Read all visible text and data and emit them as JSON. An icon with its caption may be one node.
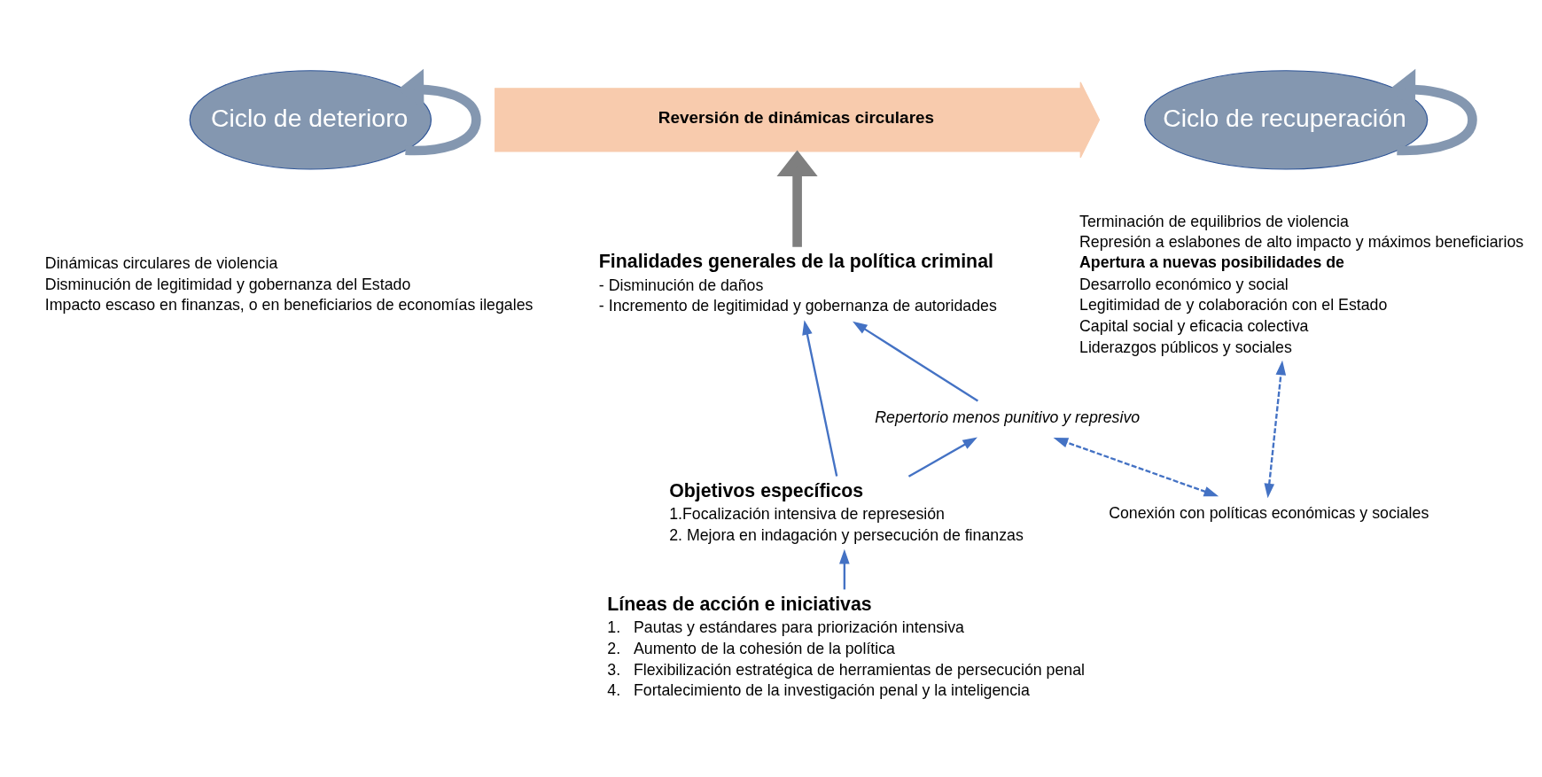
{
  "diagram": {
    "nodes": [
      {
        "text": [
          "Ciclo de deterioro"
        ]
      },
      {
        "text": [
          "Reversión de dinámicas circulares"
        ]
      },
      {
        "text": [
          "Ciclo de recuperación"
        ]
      },
      {
        "text": [
          "Finalidades generales de la política criminal",
          "- Disminución de daños",
          "- Incremento de legitimidad y gobernanza de autoridades"
        ]
      },
      {
        "text": [
          "Repertorio menos punitivo y represivo"
        ]
      },
      {
        "text": [
          "Objetivos específicos",
          "1.Focalización intensiva de represesión",
          "2. Mejora en indagación y persecución de finanzas"
        ]
      },
      {
        "text": [
          "Líneas de acción e iniciativas",
          "1.   Pautas y estándares para priorización intensiva",
          "2.   Aumento de la cohesión de la política",
          "3.   Flexibilización estratégica de herramientas de persecución penal",
          "4.   Fortalecimiento de la investigación penal y la inteligencia"
        ]
      },
      {
        "text": [
          "Conexión con políticas económicas y sociales"
        ]
      },
      {
        "text": [
          "Terminación de equilibrios de violencia",
          "Represión a eslabones de alto impacto y máximos beneficiarios",
          "Apertura a nuevas posibilidades de",
          "Desarrollo económico y social",
          "Legitimidad de y colaboración con el Estado",
          "Capital social y eficacia colectiva",
          "Liderazgos públicos y sociales"
        ]
      }
    ],
    "edges": [
      {
        "from": 0,
        "to": 0,
        "arrow": "to",
        "style": "thick",
        "color": "#8497b0"
      },
      {
        "from": 2,
        "to": 2,
        "arrow": "to",
        "style": "thick",
        "color": "#8497b0"
      },
      {
        "from": 3,
        "to": 1,
        "arrow": "to",
        "style": "thick",
        "color": "#7f7f7f"
      },
      {
        "from": 5,
        "to": 3,
        "arrow": "to"
      },
      {
        "from": 4,
        "to": 3,
        "arrow": "to"
      },
      {
        "from": 5,
        "to": 4,
        "arrow": "to"
      },
      {
        "from": 6,
        "to": 5,
        "arrow": "to"
      },
      {
        "from": 7,
        "to": 4,
        "arrow": "both",
        "style": "dashed"
      },
      {
        "from": 7,
        "to": 8,
        "arrow": "both",
        "style": "dashed"
      }
    ],
    "labels": [
      "Dinámicas circulares de violencia",
      "Disminución de legitimidad y gobernanza del Estado",
      "Impacto escaso en finanzas, o en beneficiarios de economías ilegales"
    ]
  }
}
